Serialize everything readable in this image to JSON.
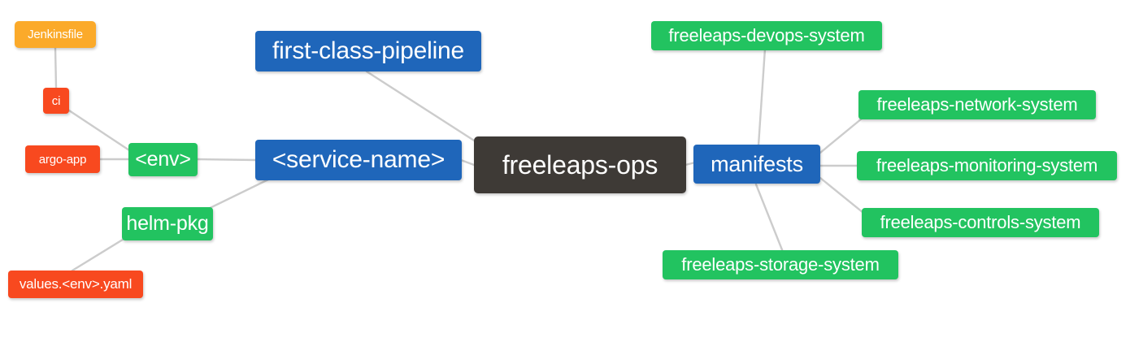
{
  "diagram": {
    "type": "mindmap",
    "title": "freeleaps-ops",
    "background_color": "#FFFFFF",
    "edge_color": "#CCCCCC",
    "palette": {
      "root": "#3E3A36",
      "blue": "#1F66BA",
      "green": "#22C360",
      "orange": "#FBAA2A",
      "red": "#F8491F",
      "text": "#FFFFFF"
    },
    "nodes": [
      {
        "id": "root",
        "label": "freeleaps-ops",
        "color": "#3E3A36"
      },
      {
        "id": "service_name",
        "label": "<service-name>",
        "color": "#1F66BA"
      },
      {
        "id": "first_class",
        "label": "first-class-pipeline",
        "color": "#1F66BA"
      },
      {
        "id": "manifests",
        "label": "manifests",
        "color": "#1F66BA"
      },
      {
        "id": "env",
        "label": "<env>",
        "color": "#22C360"
      },
      {
        "id": "helm_pkg",
        "label": "helm-pkg",
        "color": "#22C360"
      },
      {
        "id": "jenkinsfile",
        "label": "Jenkinsfile",
        "color": "#FBAA2A"
      },
      {
        "id": "ci",
        "label": "ci",
        "color": "#F8491F"
      },
      {
        "id": "argo_app",
        "label": "argo-app",
        "color": "#F8491F"
      },
      {
        "id": "values_yaml",
        "label": "values.<env>.yaml",
        "color": "#F8491F"
      },
      {
        "id": "devops_system",
        "label": "freeleaps-devops-system",
        "color": "#22C360"
      },
      {
        "id": "network_system",
        "label": "freeleaps-network-system",
        "color": "#22C360"
      },
      {
        "id": "monitoring_sys",
        "label": "freeleaps-monitoring-system",
        "color": "#22C360"
      },
      {
        "id": "controls_system",
        "label": "freeleaps-controls-system",
        "color": "#22C360"
      },
      {
        "id": "storage_system",
        "label": "freeleaps-storage-system",
        "color": "#22C360"
      }
    ],
    "edges": [
      {
        "from": "root",
        "to": "service_name"
      },
      {
        "from": "root",
        "to": "first_class"
      },
      {
        "from": "root",
        "to": "manifests"
      },
      {
        "from": "service_name",
        "to": "env"
      },
      {
        "from": "service_name",
        "to": "helm_pkg"
      },
      {
        "from": "env",
        "to": "ci"
      },
      {
        "from": "env",
        "to": "argo_app"
      },
      {
        "from": "ci",
        "to": "jenkinsfile"
      },
      {
        "from": "helm_pkg",
        "to": "values_yaml"
      },
      {
        "from": "manifests",
        "to": "devops_system"
      },
      {
        "from": "manifests",
        "to": "network_system"
      },
      {
        "from": "manifests",
        "to": "monitoring_sys"
      },
      {
        "from": "manifests",
        "to": "controls_system"
      },
      {
        "from": "manifests",
        "to": "storage_system"
      }
    ]
  }
}
